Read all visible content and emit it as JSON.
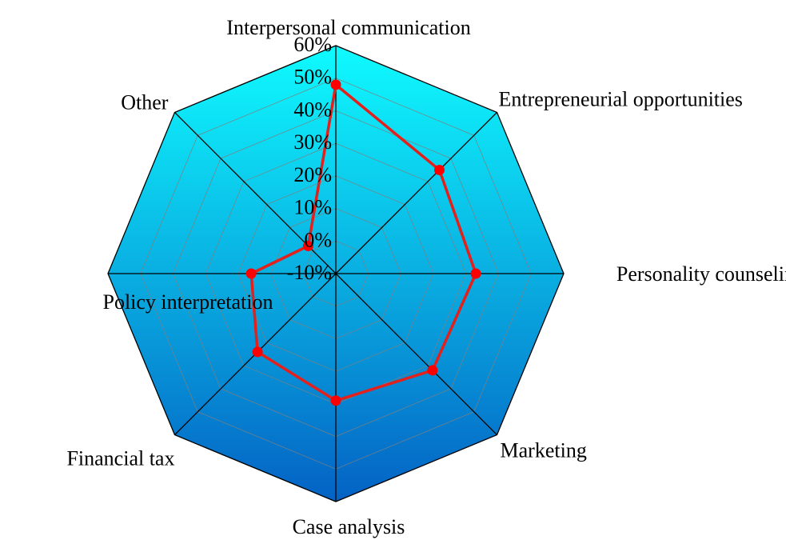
{
  "chart_data": {
    "type": "radar",
    "categories": [
      "Interpersonal communication",
      "Entrepreneurial opportunities",
      "Personality counseling",
      "Marketing",
      "Case analysis",
      "Financial tax",
      "Policy interpretation",
      "Other"
    ],
    "series": [
      {
        "values": [
          48,
          35,
          33,
          32,
          29,
          24,
          16,
          2
        ],
        "color": "#e3201b",
        "marker_color": "#ff0000"
      }
    ],
    "rlim": [
      -10,
      60
    ],
    "rticks": [
      -10,
      0,
      10,
      20,
      30,
      40,
      50,
      60
    ],
    "rtick_labels": [
      "-10%",
      "0%",
      "10%",
      "20%",
      "30%",
      "40%",
      "50%",
      "60%"
    ],
    "grid": true,
    "fill_gradient": [
      "#0ffbff",
      "#0462c4"
    ],
    "axis_color": "#000000",
    "grid_color": "#7f7f7f"
  }
}
